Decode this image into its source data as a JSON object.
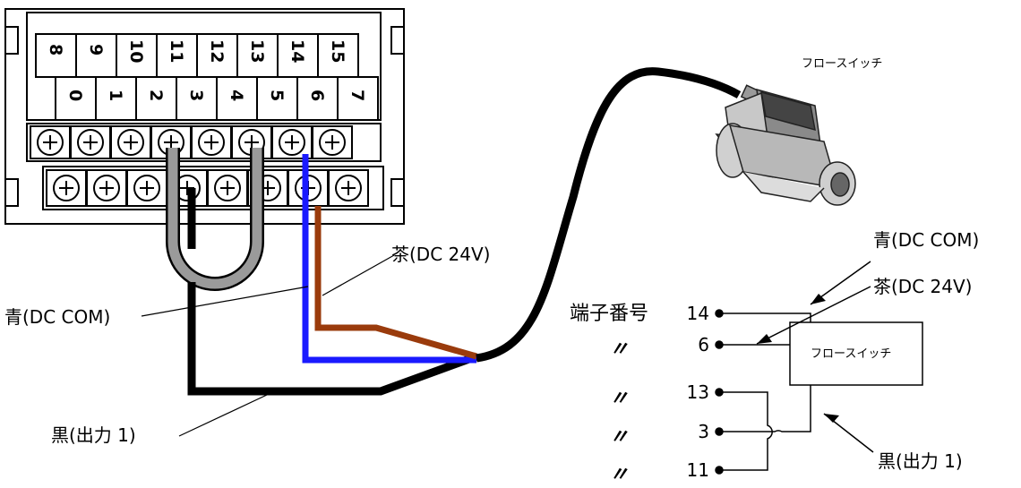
{
  "terminal_block": {
    "upper_row_numbers": [
      "8",
      "9",
      "10",
      "11",
      "12",
      "13",
      "14",
      "15"
    ],
    "lower_row_numbers": [
      "0",
      "1",
      "2",
      "3",
      "4",
      "5",
      "6",
      "7"
    ]
  },
  "device_label": "フロースイッチ",
  "wire_labels": {
    "blue": "青(DC COM)",
    "brown": "茶(DC 24V)",
    "black": "黒(出力 1)"
  },
  "schematic": {
    "terminal_header": "端子番号",
    "ditto_mark": "〃",
    "rows": [
      {
        "terminal": "14"
      },
      {
        "terminal": "6"
      },
      {
        "terminal": "13"
      },
      {
        "terminal": "3"
      },
      {
        "terminal": "11"
      }
    ],
    "box_label": "フロースイッチ",
    "blue_label": "青(DC COM)",
    "brown_label": "茶(DC 24V)",
    "black_label": "黒(出力 1)"
  },
  "colors": {
    "blue_wire": "#1a1aff",
    "brown_wire": "#9a3b0c",
    "black_wire": "#000000",
    "jumper_wire": "#9a9a9a"
  }
}
